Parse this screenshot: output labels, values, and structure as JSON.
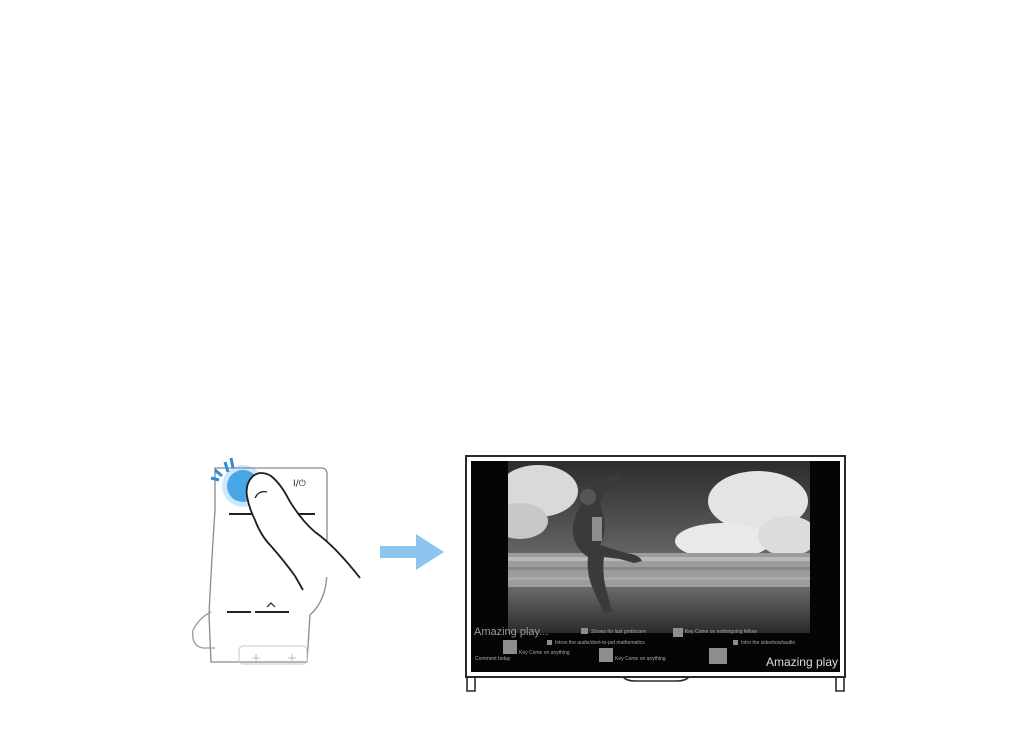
{
  "remote": {
    "power_label": "I/⏻",
    "accent_color": "#3aa0e6"
  },
  "arrow": {
    "color": "#8cc6ee"
  },
  "tv": {
    "overlay_title_left": "Amazing play...",
    "overlay_title_right": "Amazing play",
    "overlay_items": [
      "Shows for last gmt/score",
      "Key Come on nothingoing fellow",
      "Intros the audio/dont-to-pet mathematics",
      "Intro the sideshow/audio",
      "Key Come on anything",
      "Key Come on anything",
      "Comment today"
    ]
  }
}
